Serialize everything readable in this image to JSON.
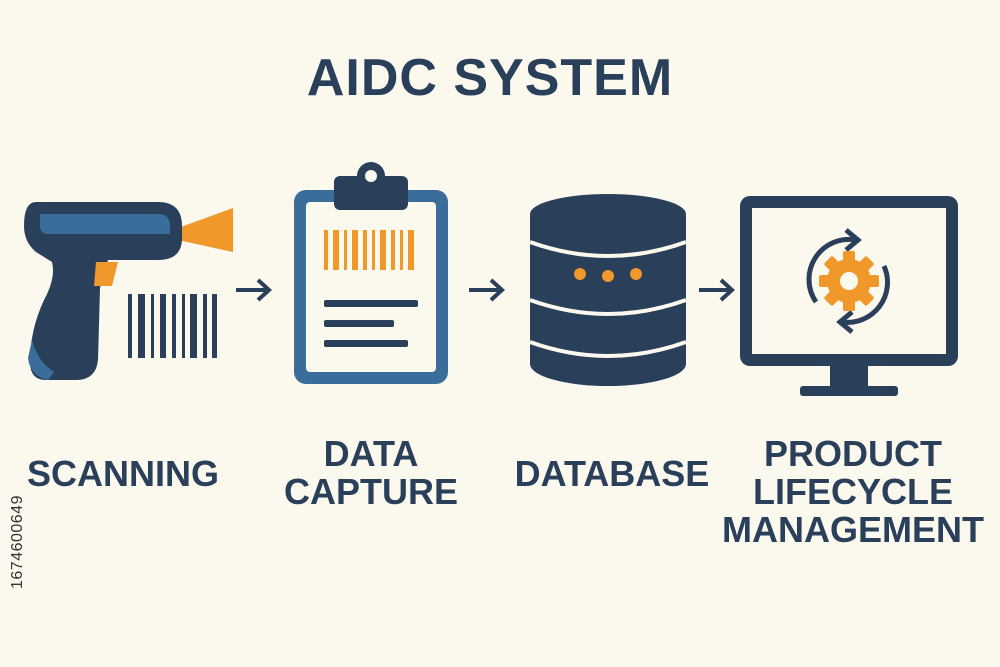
{
  "title": "AIDC SYSTEM",
  "stock_id": "1674600649",
  "colors": {
    "navy": "#2a3f5a",
    "blue": "#3a6d9a",
    "orange": "#f0982a",
    "background": "#fbf8ee"
  },
  "steps": [
    {
      "icon": "barcode-scanner-icon",
      "lines": [
        "SCANNING"
      ]
    },
    {
      "icon": "clipboard-barcode-icon",
      "lines": [
        "DATA",
        "CAPTURE"
      ]
    },
    {
      "icon": "database-icon",
      "lines": [
        "DATABASE"
      ]
    },
    {
      "icon": "monitor-gear-icon",
      "lines": [
        "PRODUCT",
        "LIFECYCLE",
        "MANAGEMENT"
      ]
    }
  ]
}
